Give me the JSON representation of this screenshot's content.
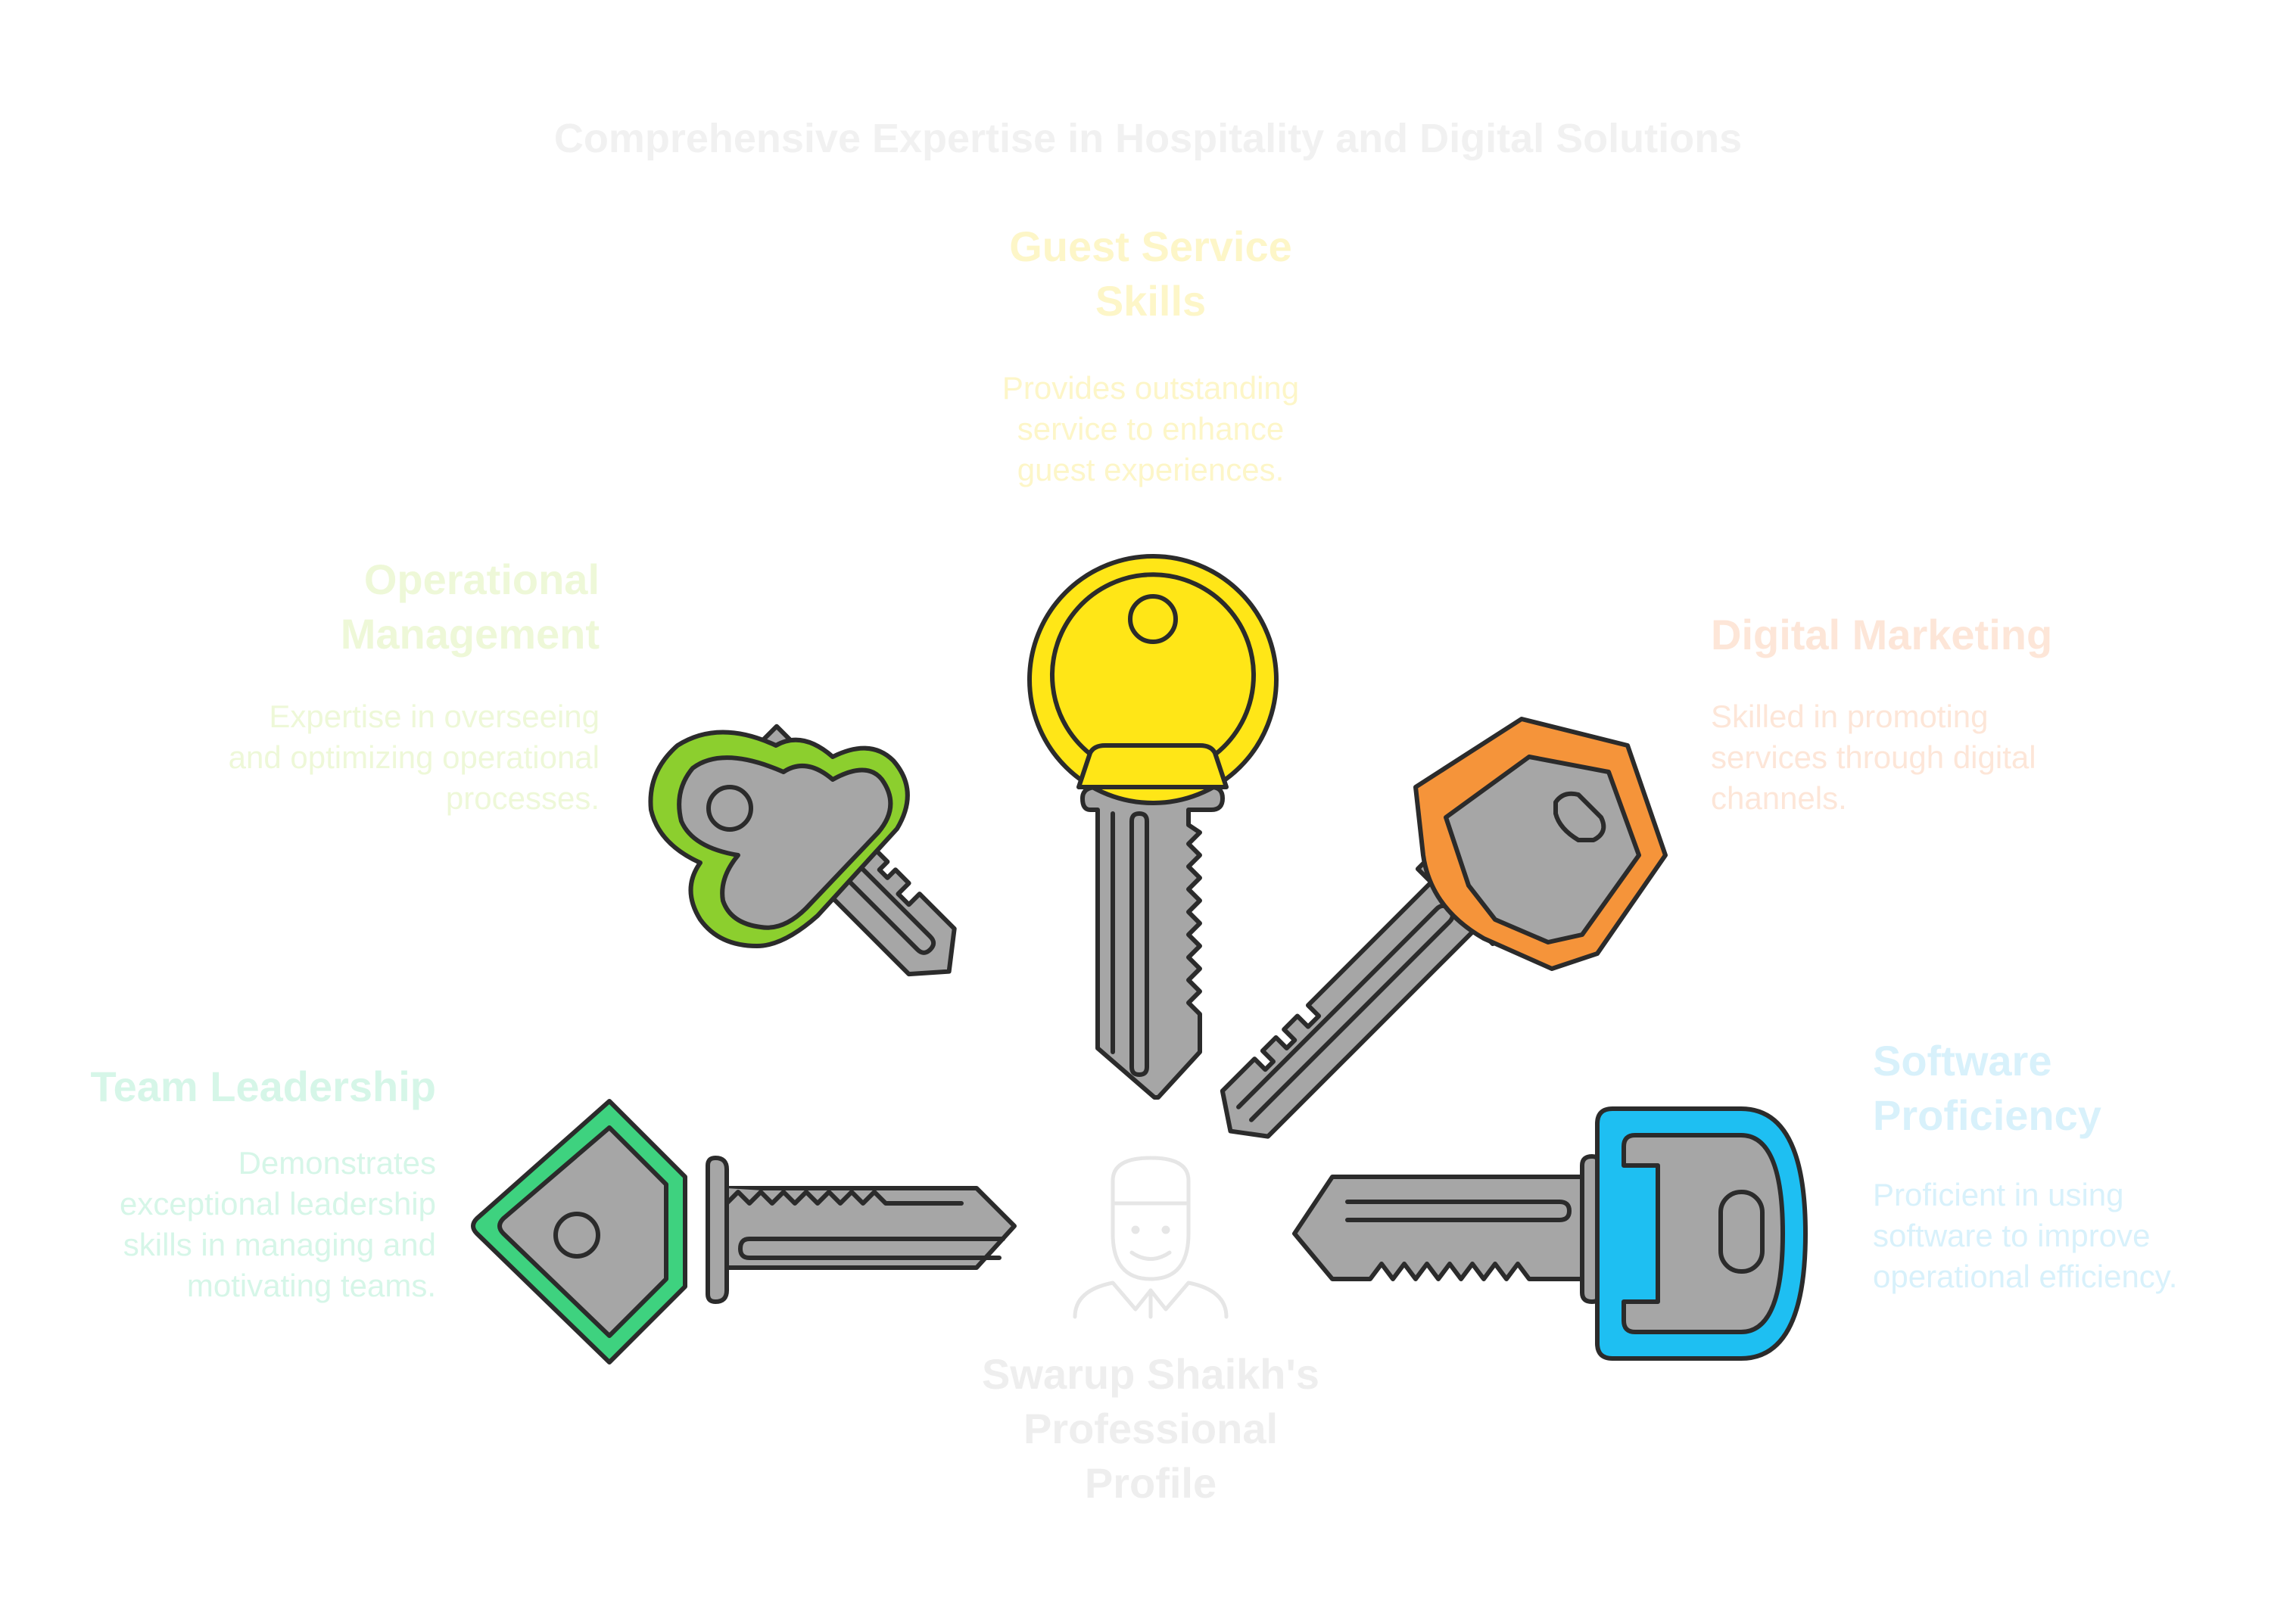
{
  "title": "Comprehensive Expertise in Hospitality and Digital Solutions",
  "center": {
    "label": "Swarup Shaikh's Professional Profile",
    "icon": "bellhop-person-icon"
  },
  "colors": {
    "guest": "#ffe617",
    "operations": "#8ccf2e",
    "digital": "#f5943a",
    "team": "#3ed27f",
    "software": "#1ebff2",
    "key_blade": "#a6a6a6",
    "outline": "#2b2b2b"
  },
  "items": {
    "guest": {
      "title": "Guest Service Skills",
      "description": "Provides outstanding service to enhance guest experiences.",
      "icon": "round-key-icon"
    },
    "operations": {
      "title": "Operational Management",
      "description": "Expertise in overseeing and optimizing operational processes.",
      "icon": "clover-key-icon"
    },
    "digital": {
      "title": "Digital Marketing",
      "description": "Skilled in promoting services through digital channels.",
      "icon": "hexagon-key-icon"
    },
    "team": {
      "title": "Team Leadership",
      "description": "Demonstrates exceptional leadership skills in managing and motivating teams.",
      "icon": "diamond-key-icon"
    },
    "software": {
      "title": "Software Proficiency",
      "description": "Proficient in using software to improve operational efficiency.",
      "icon": "oval-key-icon"
    }
  }
}
